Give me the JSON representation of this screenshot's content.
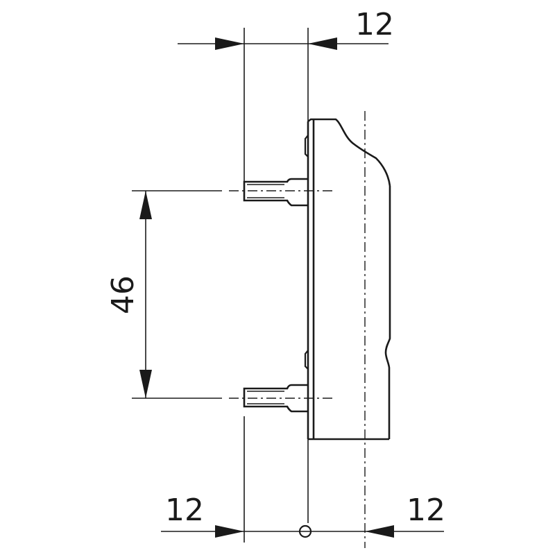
{
  "dimensions": {
    "top_offset": "12",
    "pin_spacing": "46",
    "bottom_left_offset": "12",
    "bottom_right_offset": "12"
  },
  "colors": {
    "line": "#1a1a1a",
    "background": "#ffffff"
  }
}
